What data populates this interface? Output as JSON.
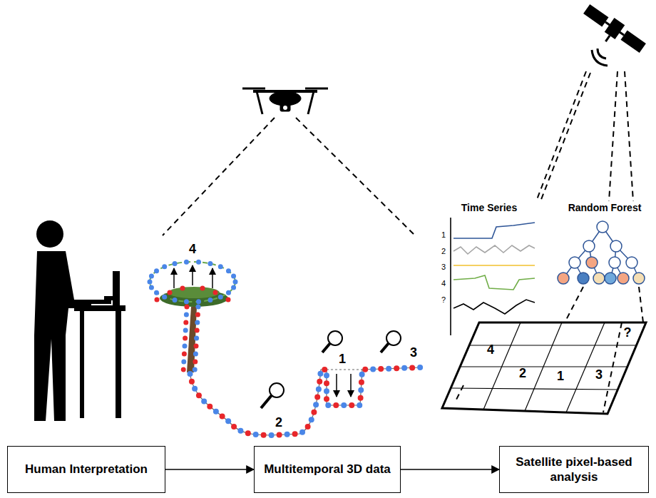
{
  "diagram": {
    "nodes": [
      {
        "text": [
          "Human Interpretation"
        ]
      },
      {
        "text": [
          "Multitemporal 3D data"
        ]
      },
      {
        "text": [
          "Satellite pixel-based analysis"
        ]
      }
    ],
    "edges": [
      {
        "from": 0,
        "to": 1,
        "arrow": "to"
      },
      {
        "from": 1,
        "to": 2,
        "arrow": "to"
      }
    ],
    "labels": [
      "Time Series",
      "Random Forest",
      "1",
      "2",
      "3",
      "4",
      "?",
      "4",
      "1",
      "2",
      "3",
      "4",
      "2",
      "1",
      "3",
      "?"
    ]
  }
}
